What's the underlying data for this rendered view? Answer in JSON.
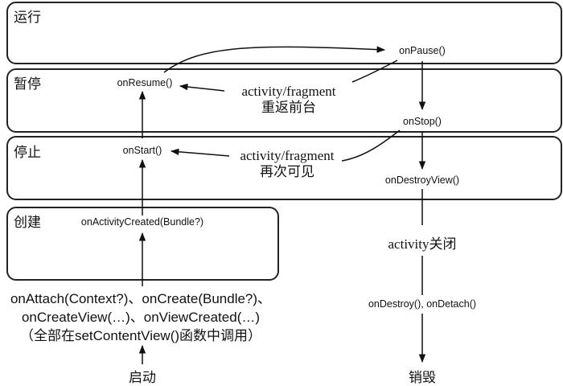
{
  "states": {
    "running": "运行",
    "paused": "暂停",
    "stopped": "停止",
    "created": "创建"
  },
  "methods": {
    "on_pause": "onPause()",
    "on_resume": "onResume()",
    "on_stop": "onStop()",
    "on_start": "onStart()",
    "on_destroy_view": "onDestroyView()",
    "on_activity_created": "onActivityCreated(Bundle?)",
    "on_destroy_detach": "onDestroy(), onDetach()"
  },
  "notes": {
    "back_to_foreground_line1": "activity/fragment",
    "back_to_foreground_line2": "重返前台",
    "visible_again_line1": "activity/fragment",
    "visible_again_line2": "再次可见",
    "activity_closed": "activity关闭"
  },
  "creation": {
    "line1": "onAttach(Context?)、onCreate(Bundle?)、",
    "line2": "onCreateView(…)、onViewCreated(…)",
    "line3": "（全部在setContentView()函数中调用）"
  },
  "terminals": {
    "launch": "启动",
    "destroyed": "销毁"
  }
}
